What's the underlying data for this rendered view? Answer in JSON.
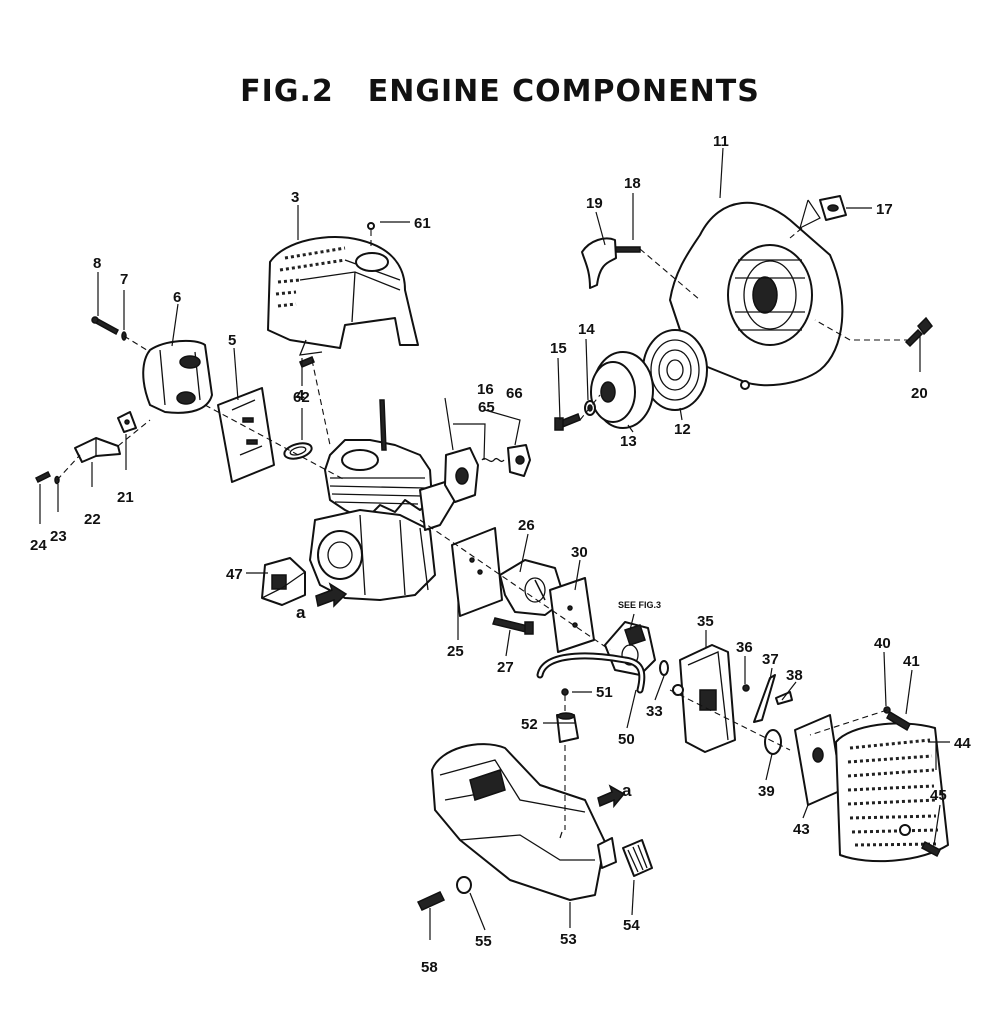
{
  "figure": {
    "number": "FIG.2",
    "title": "ENGINE COMPONENTS"
  },
  "note": "SEE FIG.3",
  "arrow_marker": "a",
  "labels": {
    "p3": "3",
    "p4": "4",
    "p5": "5",
    "p6": "6",
    "p7": "7",
    "p8": "8",
    "p11": "11",
    "p12": "12",
    "p13": "13",
    "p14": "14",
    "p15": "15",
    "p16": "16",
    "p17": "17",
    "p18": "18",
    "p19": "19",
    "p20": "20",
    "p21": "21",
    "p22": "22",
    "p23": "23",
    "p24": "24",
    "p25": "25",
    "p26": "26",
    "p27": "27",
    "p30": "30",
    "p33": "33",
    "p35": "35",
    "p36": "36",
    "p37": "37",
    "p38": "38",
    "p39": "39",
    "p40": "40",
    "p41": "41",
    "p43": "43",
    "p44": "44",
    "p45": "45",
    "p47": "47",
    "p50": "50",
    "p51": "51",
    "p52": "52",
    "p53": "53",
    "p54": "54",
    "p55": "55",
    "p58": "58",
    "p61": "61",
    "p62": "62",
    "p65": "65",
    "p66": "66"
  }
}
